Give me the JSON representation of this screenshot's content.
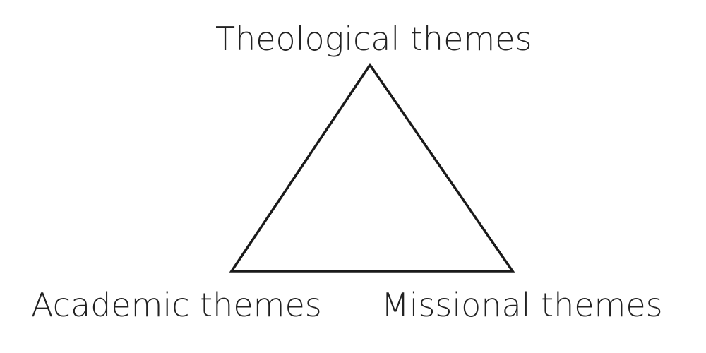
{
  "diagram": {
    "nodes": [
      {
        "id": "top",
        "label": "Theological themes"
      },
      {
        "id": "left",
        "label": "Academic themes"
      },
      {
        "id": "right",
        "label": "Missional themes"
      }
    ],
    "edges": [
      {
        "from": "top",
        "to": "left"
      },
      {
        "from": "left",
        "to": "right"
      },
      {
        "from": "right",
        "to": "top"
      }
    ],
    "colors": {
      "stroke": "#1a1a1a",
      "text": "#222222",
      "background": "#ffffff"
    }
  }
}
